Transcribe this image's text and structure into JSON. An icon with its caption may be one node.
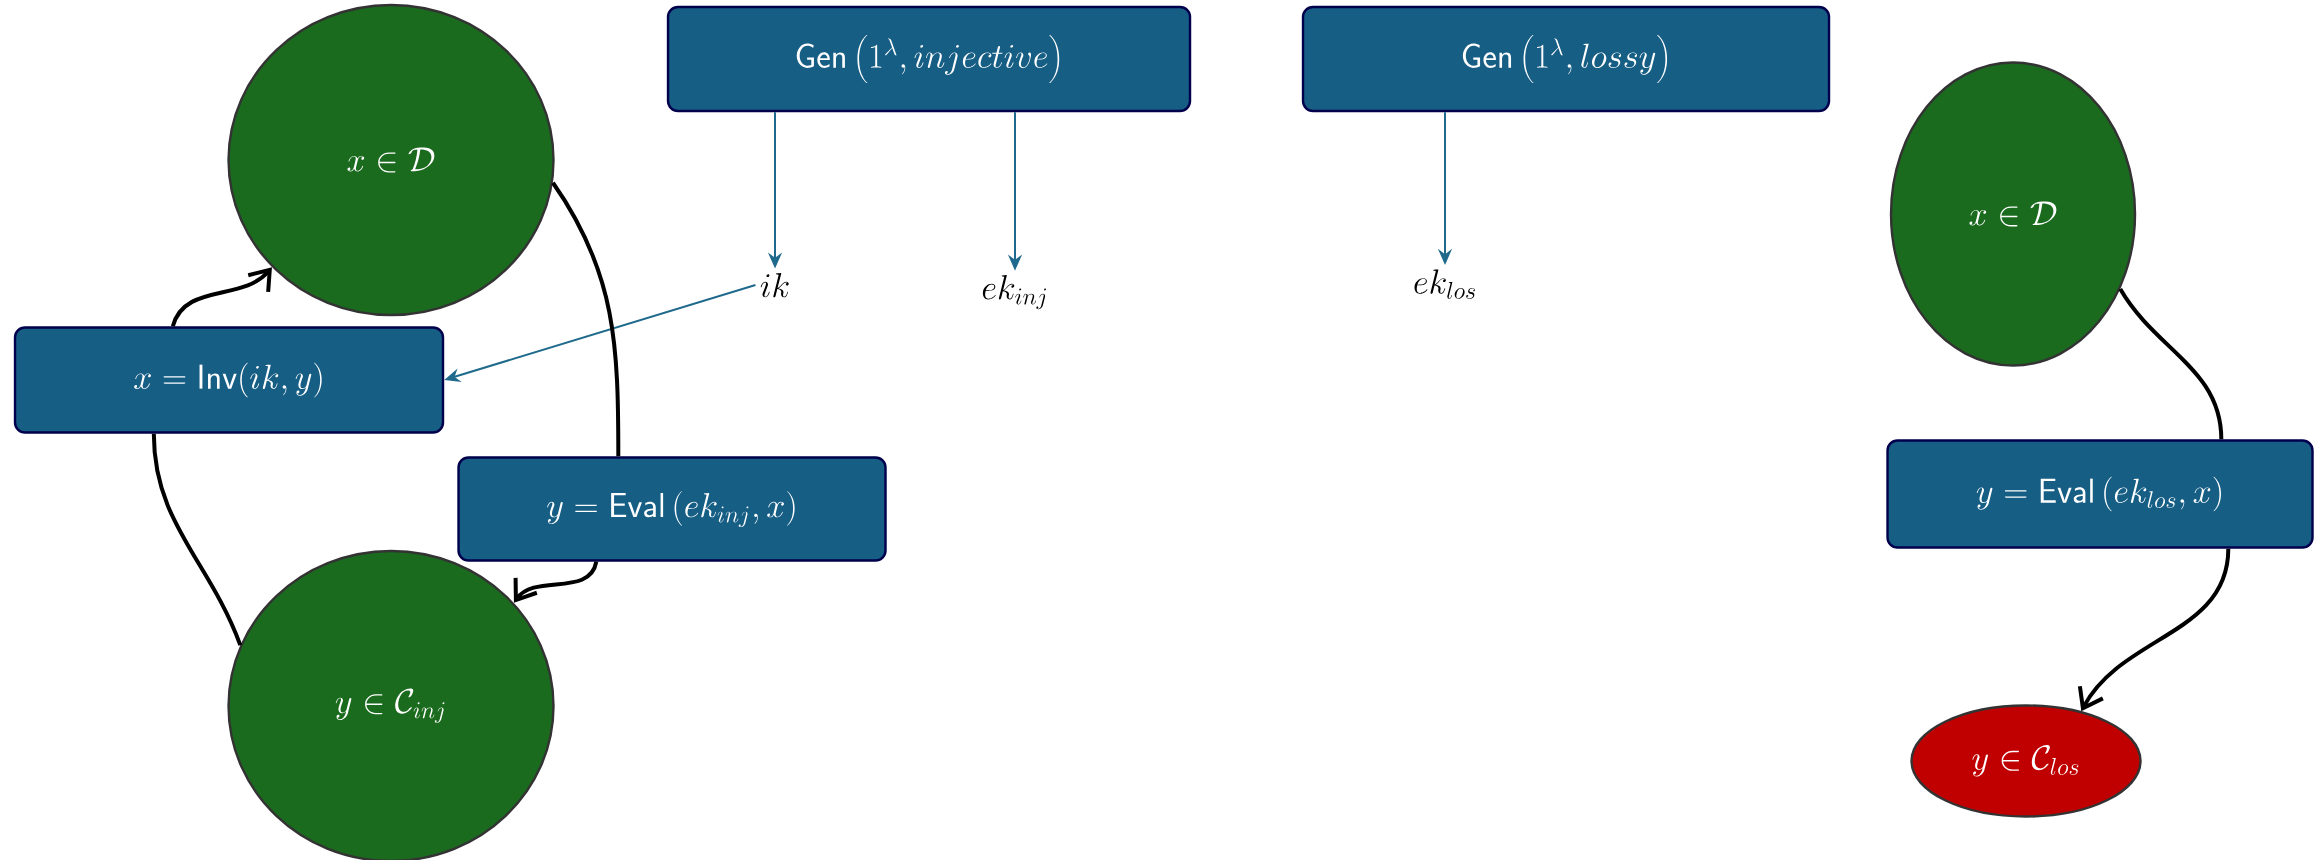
{
  "diagram": {
    "nodes": [
      {
        "text": [
          "x \\in \\mathcal{D}"
        ]
      },
      {
        "text": [
          "\\mathsf{Gen}\\left(1^{\\lambda}, injective\\right)"
        ]
      },
      {
        "text": [
          "\\mathsf{Gen}\\left(1^{\\lambda}, lossy\\right)"
        ]
      },
      {
        "text": [
          "x \\in \\mathcal{D}"
        ]
      },
      {
        "text": [
          "ik"
        ]
      },
      {
        "text": [
          "ek_{inj}"
        ]
      },
      {
        "text": [
          "ek_{los}"
        ]
      },
      {
        "text": [
          "x = \\mathsf{Inv}(ik, y)"
        ]
      },
      {
        "text": [
          "y = \\mathsf{Eval}\\left(ek_{inj}, x\\right)"
        ]
      },
      {
        "text": [
          "y = \\mathsf{Eval}\\left(ek_{los}, x\\right)"
        ]
      },
      {
        "text": [
          "y \\in \\mathcal{C}_{inj}"
        ]
      },
      {
        "text": [
          "y \\in \\mathcal{C}_{los}"
        ]
      }
    ],
    "edges": [
      {
        "from": 1,
        "to": 4,
        "arrow": "to",
        "color": "#1f6a8c"
      },
      {
        "from": 1,
        "to": 5,
        "arrow": "to",
        "color": "#1f6a8c"
      },
      {
        "from": 2,
        "to": 6,
        "arrow": "to",
        "color": "#1f6a8c"
      },
      {
        "from": 4,
        "to": 7,
        "arrow": "to",
        "color": "#1f6a8c"
      },
      {
        "from": 0,
        "to": 8,
        "arrow": "none"
      },
      {
        "from": 8,
        "to": 10,
        "arrow": "to"
      },
      {
        "from": 10,
        "to": 7,
        "arrow": "none"
      },
      {
        "from": 7,
        "to": 0,
        "arrow": "to"
      },
      {
        "from": 3,
        "to": 9,
        "arrow": "none"
      },
      {
        "from": 9,
        "to": 11,
        "arrow": "to"
      }
    ]
  }
}
